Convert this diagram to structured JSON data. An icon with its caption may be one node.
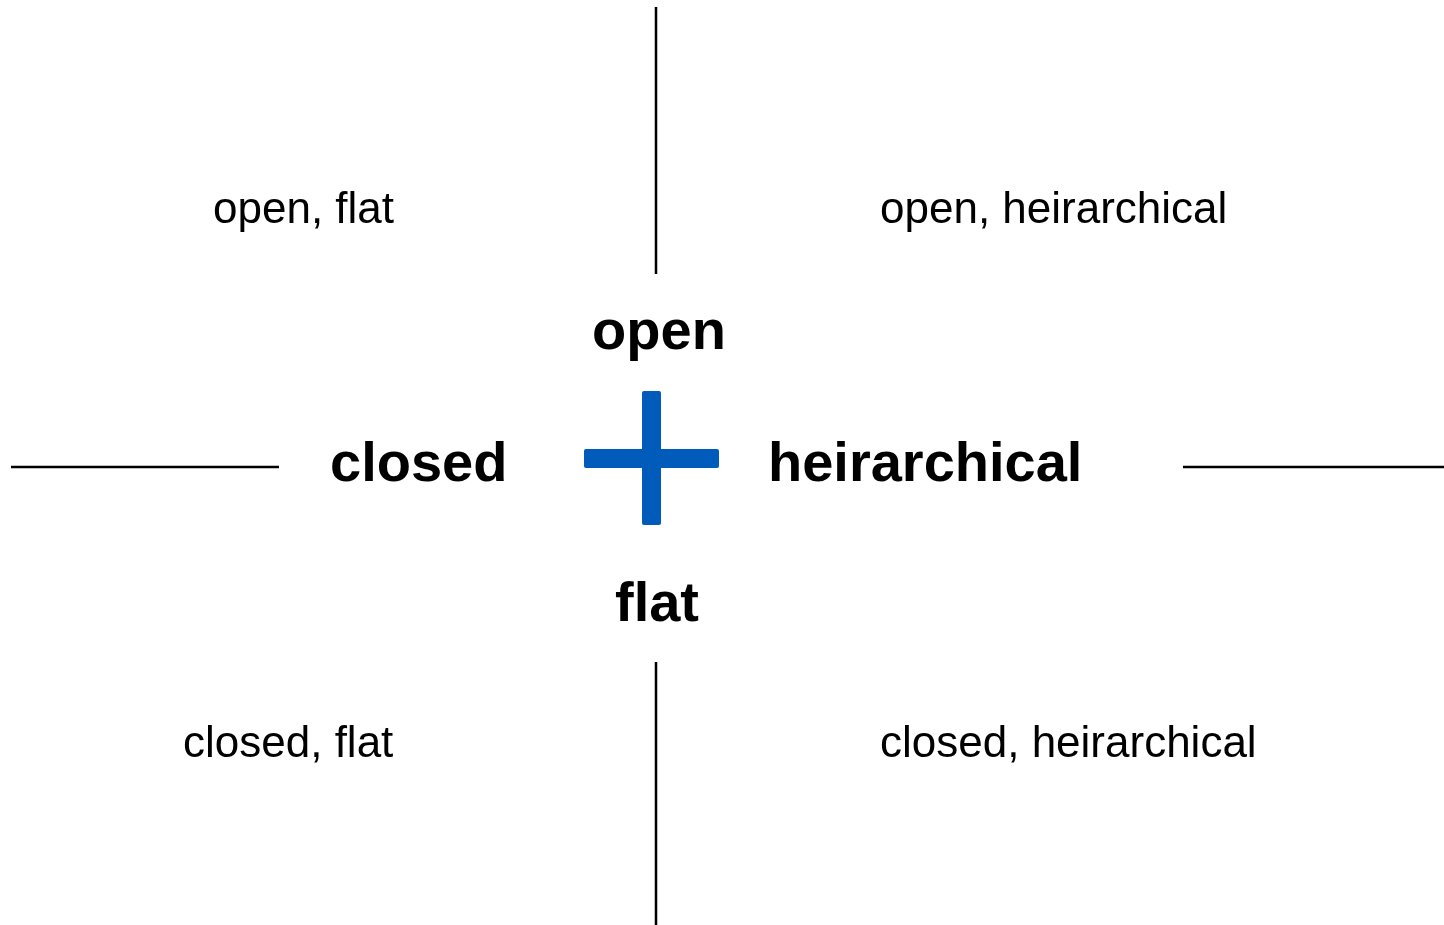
{
  "diagram": {
    "labels": [
      "open, flat",
      "open, heirarchical",
      "open",
      "closed",
      "heirarchical",
      "flat",
      "closed, flat",
      "closed, heirarchical"
    ]
  }
}
